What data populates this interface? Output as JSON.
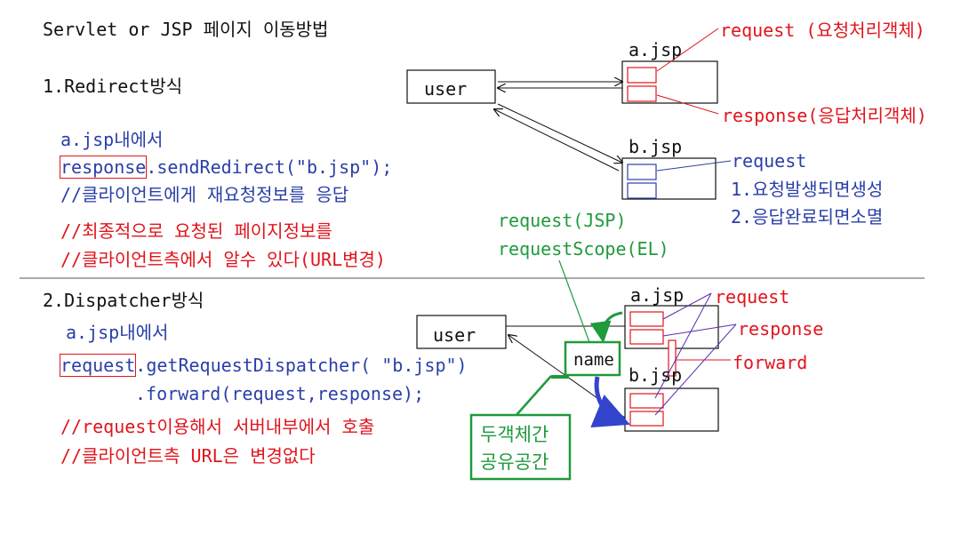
{
  "title": "Servlet or JSP 페이지 이동방법",
  "redirect": {
    "heading": "1.Redirect방식",
    "context": "a.jsp내에서",
    "code_object": "response",
    "code_rest": ".sendRedirect(\"b.jsp\");",
    "comment1": "//클라이언트에게 재요청정보를 응답",
    "comment2": "//최종적으로 요청된 페이지정보를",
    "comment3": "//클라이언트측에서 알수 있다(URL변경)",
    "user_label": "user",
    "a_jsp": "a.jsp",
    "b_jsp": "b.jsp",
    "request_note": "request (요청처리객체)",
    "response_note": "response(응답처리객체)",
    "b_request": "request",
    "b_step1": "1.요청발생되면생성",
    "b_step2": "2.응답완료되면소멸"
  },
  "scope": {
    "line1": "request(JSP)",
    "line2": "requestScope(EL)"
  },
  "dispatcher": {
    "heading": "2.Dispatcher방식",
    "context": "a.jsp내에서",
    "code_object": "request",
    "code_rest1": ".getRequestDispatcher( \"b.jsp\")",
    "code_rest2": ".forward(request,response);",
    "comment1": "//request이용해서 서버내부에서 호출",
    "comment2": "//클라이언트측 URL은 변경없다",
    "user_label": "user",
    "a_jsp": "a.jsp",
    "b_jsp": "b.jsp",
    "name_label": "name",
    "shared_line1": "두객체간",
    "shared_line2": "공유공간",
    "req_label": "request",
    "resp_label": "response",
    "fwd_label": "forward"
  },
  "colors": {
    "text": "#111111",
    "code": "#2a3fa8",
    "comment": "#e0141c",
    "scope": "#1f9a3c",
    "arrow_blue": "#3344cc",
    "arrow_purple": "#5a2ab0"
  }
}
